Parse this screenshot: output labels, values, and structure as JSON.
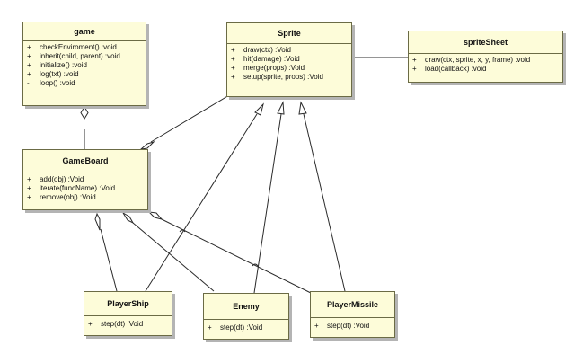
{
  "classes": {
    "game": {
      "name": "game",
      "ops": [
        {
          "vis": "+",
          "sig": "checkEnviroment() :void"
        },
        {
          "vis": "+",
          "sig": "inherit(child, parent) :void"
        },
        {
          "vis": "+",
          "sig": "initialize() :void"
        },
        {
          "vis": "+",
          "sig": "log(txt) :void"
        },
        {
          "vis": "-",
          "sig": "loop() :void"
        }
      ]
    },
    "sprite": {
      "name": "Sprite",
      "ops": [
        {
          "vis": "+",
          "sig": "draw(ctx) :Void"
        },
        {
          "vis": "+",
          "sig": "hit(damage) :Void"
        },
        {
          "vis": "+",
          "sig": "merge(props) :Void"
        },
        {
          "vis": "+",
          "sig": "setup(sprite, props) :Void"
        }
      ]
    },
    "spritesheet": {
      "name": "spriteSheet",
      "ops": [
        {
          "vis": "+",
          "sig": "draw(ctx, sprite, x, y, frame) :void"
        },
        {
          "vis": "+",
          "sig": "load(callback) :void"
        }
      ]
    },
    "gameboard": {
      "name": "GameBoard",
      "ops": [
        {
          "vis": "+",
          "sig": "add(obj) :Void"
        },
        {
          "vis": "+",
          "sig": "iterate(funcName) :Void"
        },
        {
          "vis": "+",
          "sig": "remove(obj) :Void"
        }
      ]
    },
    "playership": {
      "name": "PlayerShip",
      "ops": [
        {
          "vis": "+",
          "sig": "step(dt) :Void"
        }
      ]
    },
    "enemy": {
      "name": "Enemy",
      "ops": [
        {
          "vis": "+",
          "sig": "step(dt) :Void"
        }
      ]
    },
    "playermissile": {
      "name": "PlayerMissile",
      "ops": [
        {
          "vis": "+",
          "sig": "step(dt) :Void"
        }
      ]
    }
  },
  "relationships": [
    {
      "type": "aggregation",
      "whole": "game",
      "part": "gameboard"
    },
    {
      "type": "aggregation",
      "whole": "gameboard",
      "part": "sprite"
    },
    {
      "type": "aggregation",
      "whole": "gameboard",
      "part": "playership"
    },
    {
      "type": "aggregation",
      "whole": "gameboard",
      "part": "enemy"
    },
    {
      "type": "aggregation",
      "whole": "gameboard",
      "part": "playermissile"
    },
    {
      "type": "association",
      "from": "sprite",
      "to": "spritesheet"
    },
    {
      "type": "generalization",
      "child": "playership",
      "parent": "sprite"
    },
    {
      "type": "generalization",
      "child": "enemy",
      "parent": "sprite"
    },
    {
      "type": "generalization",
      "child": "playermissile",
      "parent": "sprite"
    }
  ],
  "colors": {
    "box_fill": "#fdfcd9",
    "box_border": "#6b6b45",
    "line": "#2b2b2b"
  }
}
